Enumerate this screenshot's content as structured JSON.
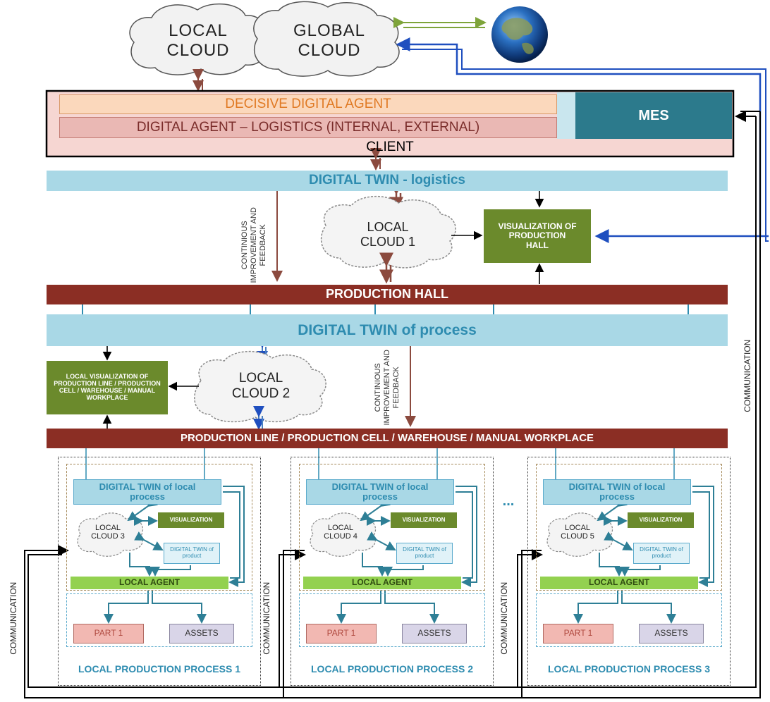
{
  "clouds": {
    "local_top": "LOCAL CLOUD",
    "global": "GLOBAL CLOUD",
    "local_1": "LOCAL CLOUD 1",
    "local_2": "LOCAL CLOUD 2"
  },
  "client": {
    "decisive_agent": "DECISIVE DIGITAL AGENT",
    "logistics_agent": "DIGITAL AGENT – LOGISTICS (INTERNAL, EXTERNAL)",
    "client_label": "CLIENT",
    "mes": "MES"
  },
  "digital_twin_logistics": "DIGITAL TWIN - logistics",
  "feedback_label": "CONTINIOUS IMPROVEMENT AND FEEDBACK",
  "visualization_hall": "VISUALIZATION OF PRODUCTION HALL",
  "production_hall": "PRODUCTION HALL",
  "digital_twin_process": "DIGITAL TWIN of process",
  "local_visualization": "LOCAL VISUALIZATION OF PRODUCTION LINE / PRODUCTION CELL / WAREHOUSE / MANUAL WORKPLACE",
  "production_line": "PRODUCTION LINE / PRODUCTION CELL / WAREHOUSE / MANUAL WORKPLACE",
  "communication_label": "COMMUNICATION",
  "ellipsis": "...",
  "processes": [
    {
      "dt_local": "DIGITAL TWIN of local process",
      "cloud": "LOCAL CLOUD 3",
      "visualization": "VISUALIZATION",
      "dt_product": "DIGITAL TWIN of product",
      "agent": "LOCAL AGENT",
      "part": "PART 1",
      "assets": "ASSETS",
      "title": "LOCAL PRODUCTION PROCESS 1"
    },
    {
      "dt_local": "DIGITAL TWIN of local process",
      "cloud": "LOCAL CLOUD 4",
      "visualization": "VISUALIZATION",
      "dt_product": "DIGITAL TWIN of product",
      "agent": "LOCAL AGENT",
      "part": "PART 1",
      "assets": "ASSETS",
      "title": "LOCAL PRODUCTION PROCESS 2"
    },
    {
      "dt_local": "DIGITAL TWIN of local process",
      "cloud": "LOCAL CLOUD 5",
      "visualization": "VISUALIZATION",
      "dt_product": "DIGITAL TWIN of product",
      "agent": "LOCAL AGENT",
      "part": "PART 1",
      "assets": "ASSETS",
      "title": "LOCAL PRODUCTION PROCESS 3"
    }
  ],
  "colors": {
    "light_blue": "#a9d8e6",
    "teal_text": "#2e8cb0",
    "dark_red": "#8b2e24",
    "green": "#6b8a2c",
    "light_green": "#93d150",
    "orange": "#e07a24",
    "mes_teal": "#2c7a8c",
    "arrow_blue": "#1f4fbf",
    "arrow_green": "#7ea43a"
  }
}
